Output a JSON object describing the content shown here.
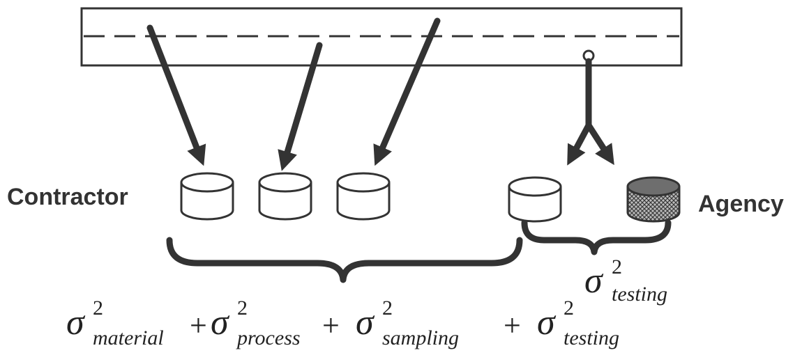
{
  "labels": {
    "contractor": "Contractor",
    "agency": "Agency"
  },
  "agency_variance": {
    "symbol": "σ",
    "power": "2",
    "subscript": "testing"
  },
  "total_variance": {
    "terms": [
      {
        "symbol": "σ",
        "power": "2",
        "subscript": "material"
      },
      {
        "symbol": "σ",
        "power": "2",
        "subscript": "process"
      },
      {
        "symbol": "σ",
        "power": "2",
        "subscript": "sampling"
      },
      {
        "symbol": "σ",
        "power": "2",
        "subscript": "testing"
      }
    ],
    "operator": "+"
  },
  "colors": {
    "stroke": "#333333",
    "agency_sample_fill": "#8a8a8a"
  }
}
